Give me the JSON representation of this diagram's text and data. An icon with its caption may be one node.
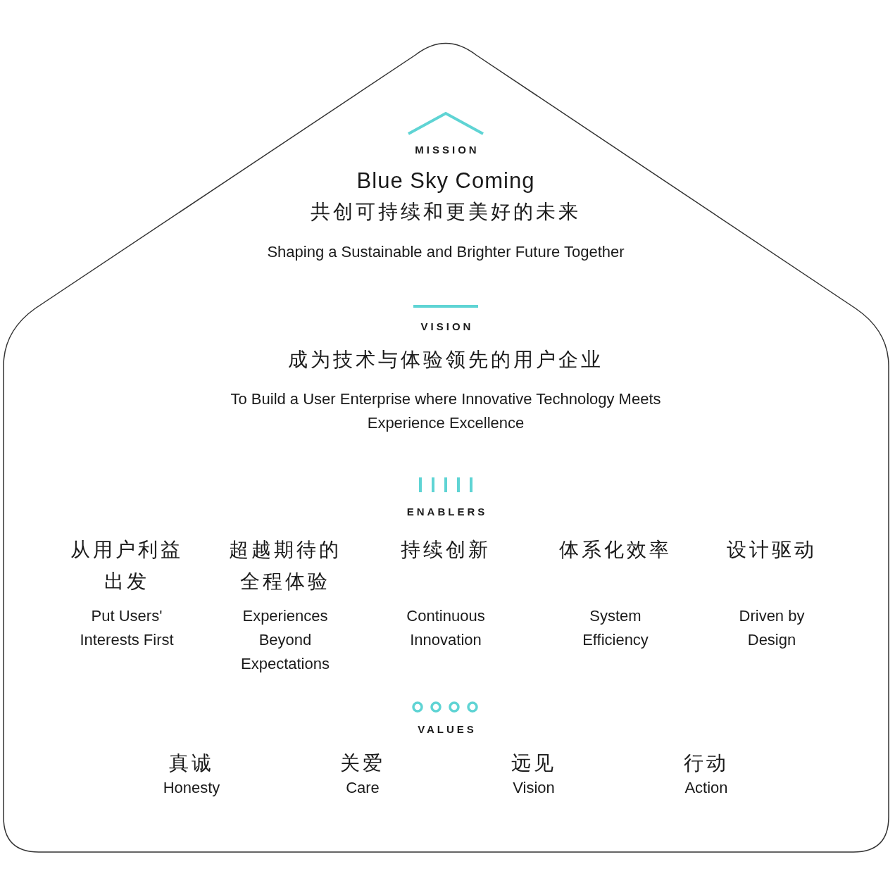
{
  "diagram": {
    "nodes": [
      {
        "text": [],
        "shape": "house"
      }
    ],
    "edges": [],
    "labels": [
      "MISSION",
      "Blue Sky Coming",
      "共创可持续和更美好的未来",
      "Shaping a Sustainable and Brighter Future Together",
      "VISION",
      "成为技术与体验领先的用户企业",
      "To Build a User Enterprise where Innovative Technology Meets Experience Excellence",
      "ENABLERS",
      "从用户利益出发",
      "超越期待的全程体验",
      "持续创新",
      "体系化效率",
      "设计驱动",
      "Put Users' Interests First",
      "Experiences Beyond Expectations",
      "Continuous Innovation",
      "System Efficiency",
      "Driven by Design",
      "VALUES",
      "真诚",
      "Honesty",
      "关爱",
      "Care",
      "远见",
      "Vision",
      "行动",
      "Action"
    ]
  }
}
